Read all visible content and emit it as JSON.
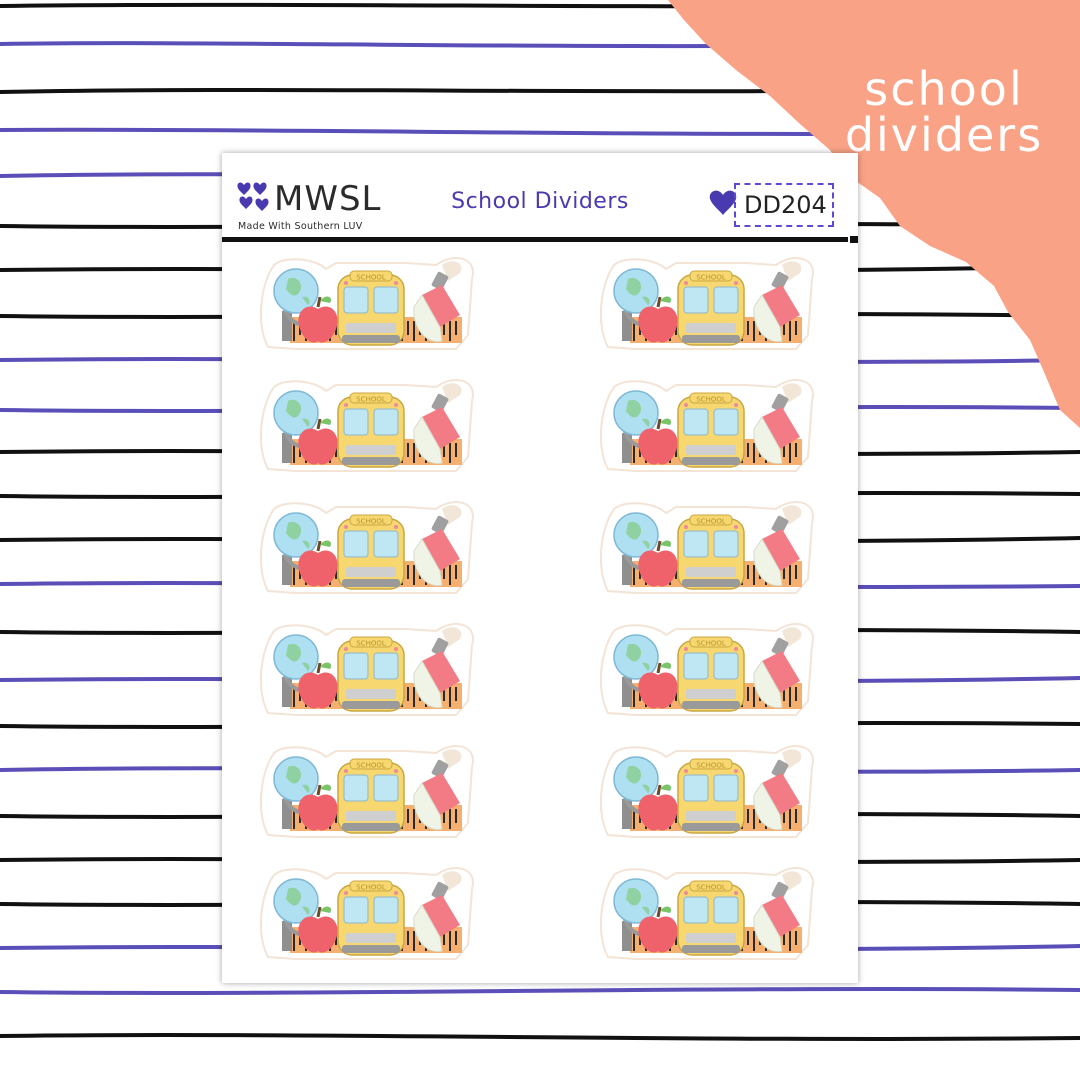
{
  "corner_label": {
    "line1": "school",
    "line2": "dividers"
  },
  "header": {
    "brand": "MWSL",
    "tagline": "Made With Southern LUV",
    "title": "School Dividers",
    "code": "DD204"
  },
  "colors": {
    "accent_purple": "#4a3ab0",
    "corner_peach": "#f9a286",
    "line_purple": "#5a4fb8",
    "line_black": "#111111"
  },
  "stickers": {
    "rows": 6,
    "columns": 2,
    "elements": [
      "globe-icon",
      "apple-icon",
      "school-bus-icon",
      "glue-bottle-icon",
      "ruler-icon"
    ],
    "bus_sign": "SCHOOL"
  }
}
